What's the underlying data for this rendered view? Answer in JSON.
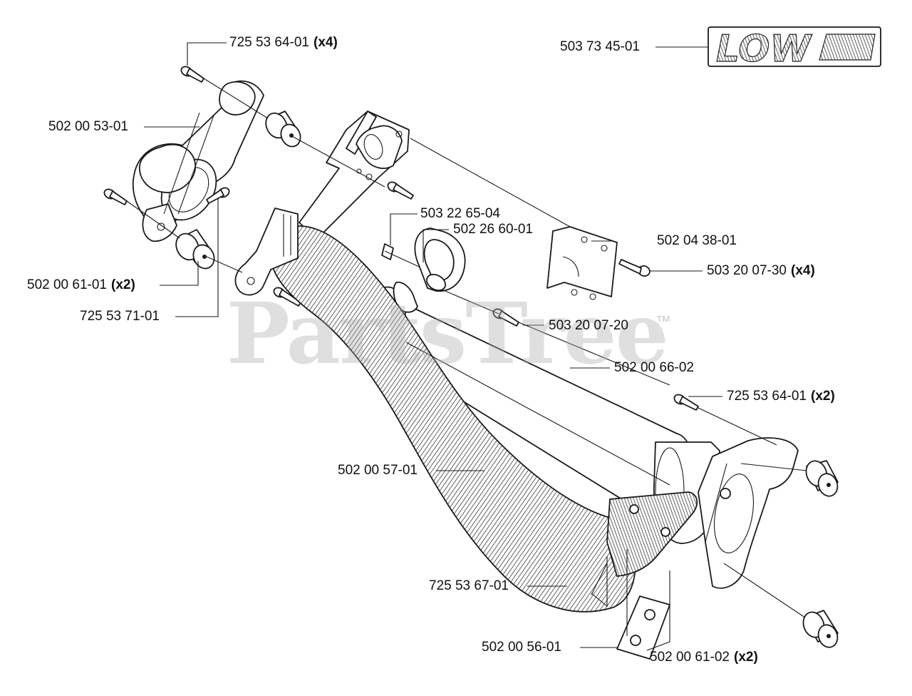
{
  "parts": [
    {
      "id": "p1",
      "number": "725 53 64-01",
      "qty": "(x4)"
    },
    {
      "id": "p2",
      "number": "503 73 45-01",
      "qty": ""
    },
    {
      "id": "p3",
      "number": "502 00 53-01",
      "qty": ""
    },
    {
      "id": "p4",
      "number": "503 22 65-04",
      "qty": ""
    },
    {
      "id": "p5",
      "number": "502 26 60-01",
      "qty": ""
    },
    {
      "id": "p6",
      "number": "502 04 38-01",
      "qty": ""
    },
    {
      "id": "p7",
      "number": "503 20 07-30",
      "qty": "(x4)"
    },
    {
      "id": "p8",
      "number": "502 00 61-01",
      "qty": "(x2)"
    },
    {
      "id": "p9",
      "number": "725 53 71-01",
      "qty": ""
    },
    {
      "id": "p10",
      "number": "503 20 07-20",
      "qty": ""
    },
    {
      "id": "p11",
      "number": "502 00 66-02",
      "qty": ""
    },
    {
      "id": "p12",
      "number": "725 53 64-01",
      "qty": "(x2)"
    },
    {
      "id": "p13",
      "number": "502 00 57-01",
      "qty": ""
    },
    {
      "id": "p14",
      "number": "725 53 67-01",
      "qty": ""
    },
    {
      "id": "p15",
      "number": "502 00 56-01",
      "qty": ""
    },
    {
      "id": "p16",
      "number": "502 00 61-02",
      "qty": "(x2)"
    }
  ],
  "decal_text": "LOW",
  "watermark": "PartsTree",
  "trademark": "™",
  "colors": {
    "ink": "#1a1a1a",
    "watermark": "#aaaaaa",
    "background": "#ffffff"
  }
}
